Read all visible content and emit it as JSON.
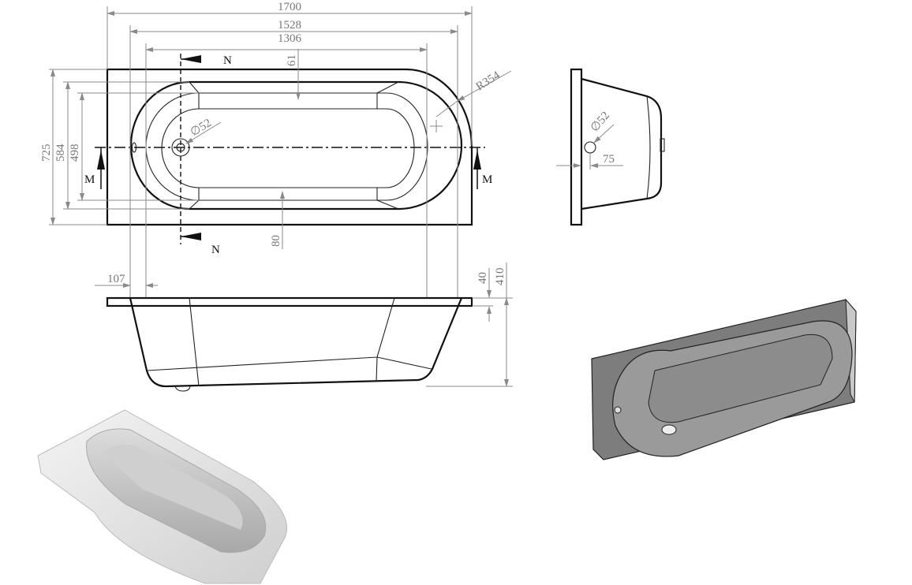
{
  "top_view": {
    "overall_length": "1700",
    "rim_length": "1528",
    "inner_length": "1306",
    "rim_top_offset": "61",
    "rim_bottom_offset": "80",
    "overall_width": "725",
    "rim_width": "584",
    "inner_width": "498",
    "section_n_top": "N",
    "section_n_bottom": "N",
    "section_m_left": "M",
    "section_m_right": "M",
    "drain_diameter": "∅52",
    "corner_radius": "R354"
  },
  "side_view": {
    "rim_offset": "107",
    "rim_thickness": "40",
    "overall_height": "410"
  },
  "end_view": {
    "overflow_diameter": "∅52",
    "overflow_offset": "75"
  },
  "colors": {
    "line": "#111111",
    "dimension": "#8a8a8a",
    "render_gray": "#7d7d7d"
  }
}
